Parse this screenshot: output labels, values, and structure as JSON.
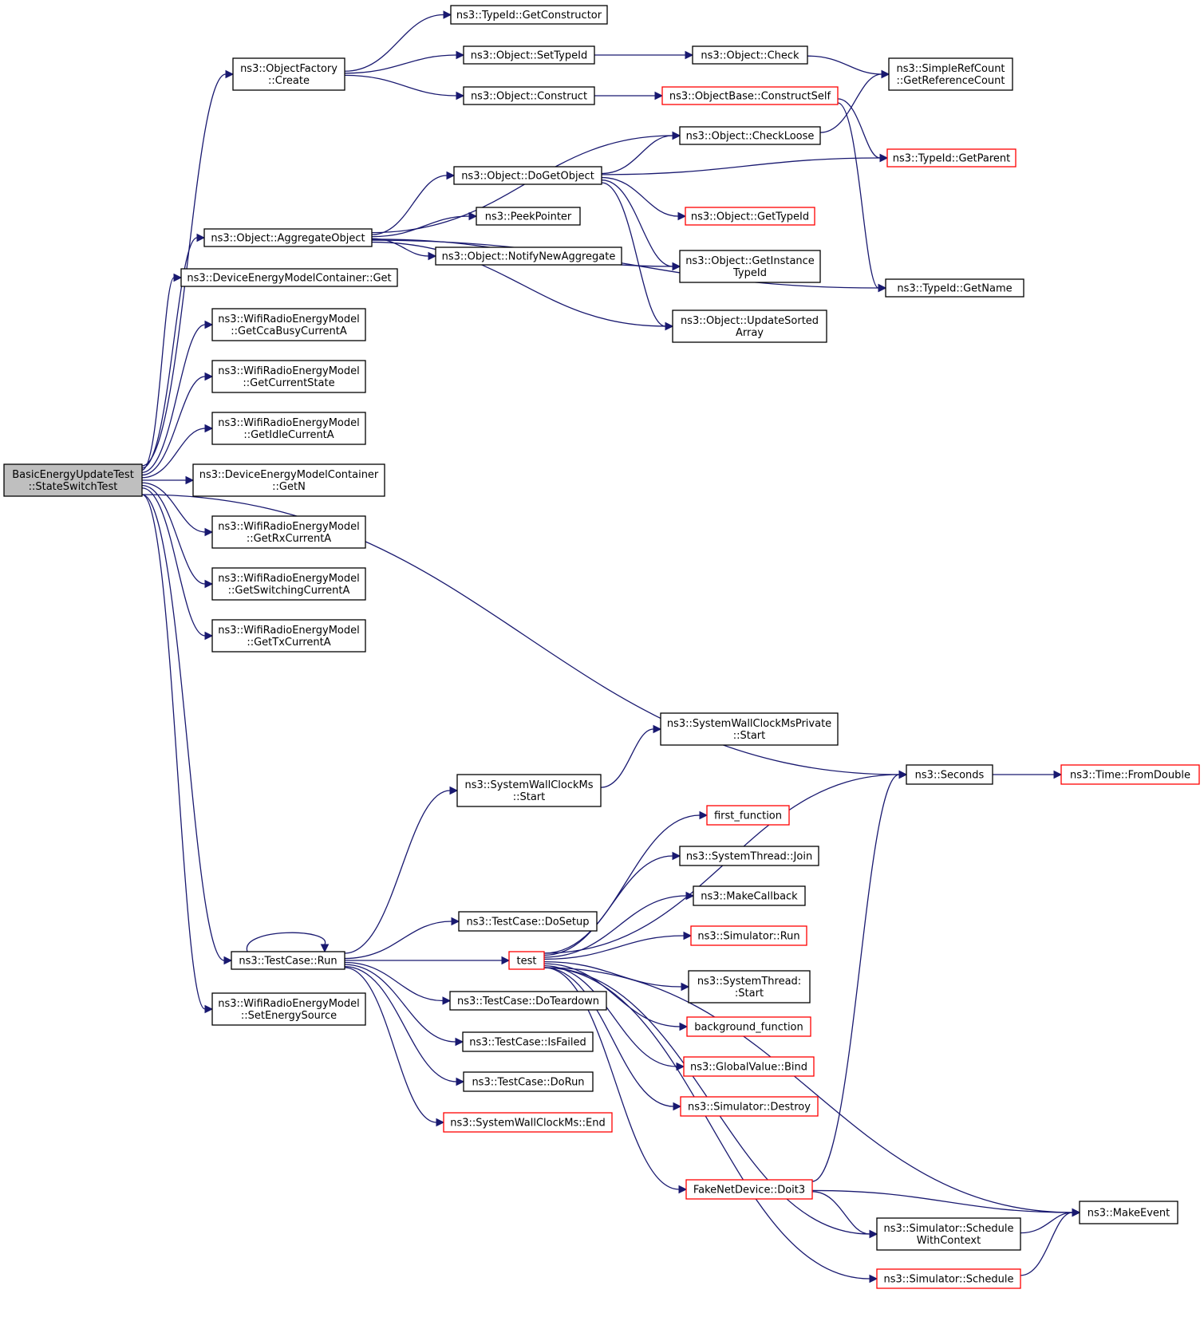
{
  "diagram": {
    "type": "call-graph",
    "colors": {
      "edge": "#191970",
      "border": "#000000",
      "border_incomplete": "#ff0000",
      "root_fill": "#bfbfbf"
    },
    "nodes": [
      {
        "id": "root",
        "lines": [
          "BasicEnergyUpdateTest",
          "::StateSwitchTest"
        ],
        "style": "root"
      },
      {
        "id": "of_create",
        "lines": [
          "ns3::ObjectFactory",
          "::Create"
        ]
      },
      {
        "id": "aggregate",
        "lines": [
          "ns3::Object::AggregateObject"
        ]
      },
      {
        "id": "demc_get",
        "lines": [
          "ns3::DeviceEnergyModelContainer::Get"
        ]
      },
      {
        "id": "cca",
        "lines": [
          "ns3::WifiRadioEnergyModel",
          "::GetCcaBusyCurrentA"
        ]
      },
      {
        "id": "curstate",
        "lines": [
          "ns3::WifiRadioEnergyModel",
          "::GetCurrentState"
        ]
      },
      {
        "id": "idle",
        "lines": [
          "ns3::WifiRadioEnergyModel",
          "::GetIdleCurrentA"
        ]
      },
      {
        "id": "getn",
        "lines": [
          "ns3::DeviceEnergyModelContainer",
          "::GetN"
        ]
      },
      {
        "id": "rx",
        "lines": [
          "ns3::WifiRadioEnergyModel",
          "::GetRxCurrentA"
        ]
      },
      {
        "id": "switching",
        "lines": [
          "ns3::WifiRadioEnergyModel",
          "::GetSwitchingCurrentA"
        ]
      },
      {
        "id": "tx",
        "lines": [
          "ns3::WifiRadioEnergyModel",
          "::GetTxCurrentA"
        ]
      },
      {
        "id": "tc_run",
        "lines": [
          "ns3::TestCase::Run"
        ]
      },
      {
        "id": "setsource",
        "lines": [
          "ns3::WifiRadioEnergyModel",
          "::SetEnergySource"
        ]
      },
      {
        "id": "getctor",
        "lines": [
          "ns3::TypeId::GetConstructor"
        ]
      },
      {
        "id": "settypeid",
        "lines": [
          "ns3::Object::SetTypeId"
        ]
      },
      {
        "id": "construct",
        "lines": [
          "ns3::Object::Construct"
        ]
      },
      {
        "id": "check",
        "lines": [
          "ns3::Object::Check"
        ]
      },
      {
        "id": "constructself",
        "lines": [
          "ns3::ObjectBase::ConstructSelf"
        ],
        "style": "red"
      },
      {
        "id": "refcount",
        "lines": [
          "ns3::SimpleRefCount",
          "::GetReferenceCount"
        ]
      },
      {
        "id": "checkloose",
        "lines": [
          "ns3::Object::CheckLoose"
        ]
      },
      {
        "id": "dogetobject",
        "lines": [
          "ns3::Object::DoGetObject"
        ]
      },
      {
        "id": "getparent",
        "lines": [
          "ns3::TypeId::GetParent"
        ],
        "style": "red"
      },
      {
        "id": "peek",
        "lines": [
          "ns3::PeekPointer"
        ]
      },
      {
        "id": "gettypeid",
        "lines": [
          "ns3::Object::GetTypeId"
        ],
        "style": "red"
      },
      {
        "id": "notify",
        "lines": [
          "ns3::Object::NotifyNewAggregate"
        ]
      },
      {
        "id": "instancetypeid",
        "lines": [
          "ns3::Object::GetInstance",
          "TypeId"
        ]
      },
      {
        "id": "getname",
        "lines": [
          "ns3::TypeId::GetName"
        ]
      },
      {
        "id": "updatesorted",
        "lines": [
          "ns3::Object::UpdateSorted",
          "Array"
        ]
      },
      {
        "id": "swcp_start",
        "lines": [
          "ns3::SystemWallClockMsPrivate",
          "::Start"
        ]
      },
      {
        "id": "swc_start",
        "lines": [
          "ns3::SystemWallClockMs",
          "::Start"
        ]
      },
      {
        "id": "seconds",
        "lines": [
          "ns3::Seconds"
        ]
      },
      {
        "id": "fromdouble",
        "lines": [
          "ns3::Time::FromDouble"
        ],
        "style": "red"
      },
      {
        "id": "first",
        "lines": [
          "first_function"
        ],
        "style": "red"
      },
      {
        "id": "join",
        "lines": [
          "ns3::SystemThread::Join"
        ]
      },
      {
        "id": "makecallback",
        "lines": [
          "ns3::MakeCallback"
        ]
      },
      {
        "id": "dosetup",
        "lines": [
          "ns3::TestCase::DoSetup"
        ]
      },
      {
        "id": "sim_run",
        "lines": [
          "ns3::Simulator::Run"
        ],
        "style": "red"
      },
      {
        "id": "test",
        "lines": [
          "test"
        ],
        "style": "red"
      },
      {
        "id": "st_start",
        "lines": [
          "ns3::SystemThread:",
          ":Start"
        ]
      },
      {
        "id": "teardown",
        "lines": [
          "ns3::TestCase::DoTeardown"
        ]
      },
      {
        "id": "background",
        "lines": [
          "background_function"
        ],
        "style": "red"
      },
      {
        "id": "isfailed",
        "lines": [
          "ns3::TestCase::IsFailed"
        ]
      },
      {
        "id": "gvbind",
        "lines": [
          "ns3::GlobalValue::Bind"
        ],
        "style": "red"
      },
      {
        "id": "dorun",
        "lines": [
          "ns3::TestCase::DoRun"
        ]
      },
      {
        "id": "destroy",
        "lines": [
          "ns3::Simulator::Destroy"
        ],
        "style": "red"
      },
      {
        "id": "swc_end",
        "lines": [
          "ns3::SystemWallClockMs::End"
        ],
        "style": "red"
      },
      {
        "id": "doit3",
        "lines": [
          "FakeNetDevice::Doit3"
        ],
        "style": "red"
      },
      {
        "id": "makeevent",
        "lines": [
          "ns3::MakeEvent"
        ]
      },
      {
        "id": "schedctx",
        "lines": [
          "ns3::Simulator::Schedule",
          "WithContext"
        ]
      },
      {
        "id": "schedule",
        "lines": [
          "ns3::Simulator::Schedule"
        ],
        "style": "red"
      }
    ],
    "edges": [
      [
        "root",
        "of_create"
      ],
      [
        "root",
        "aggregate"
      ],
      [
        "root",
        "demc_get"
      ],
      [
        "root",
        "cca"
      ],
      [
        "root",
        "curstate"
      ],
      [
        "root",
        "idle"
      ],
      [
        "root",
        "getn"
      ],
      [
        "root",
        "rx"
      ],
      [
        "root",
        "switching"
      ],
      [
        "root",
        "tx"
      ],
      [
        "root",
        "seconds"
      ],
      [
        "root",
        "tc_run"
      ],
      [
        "root",
        "setsource"
      ],
      [
        "of_create",
        "getctor"
      ],
      [
        "of_create",
        "settypeid"
      ],
      [
        "of_create",
        "construct"
      ],
      [
        "settypeid",
        "check"
      ],
      [
        "check",
        "refcount"
      ],
      [
        "construct",
        "constructself"
      ],
      [
        "constructself",
        "getparent"
      ],
      [
        "constructself",
        "getname"
      ],
      [
        "checkloose",
        "refcount"
      ],
      [
        "aggregate",
        "checkloose"
      ],
      [
        "aggregate",
        "dogetobject"
      ],
      [
        "aggregate",
        "peek"
      ],
      [
        "aggregate",
        "notify"
      ],
      [
        "aggregate",
        "instancetypeid"
      ],
      [
        "aggregate",
        "updatesorted"
      ],
      [
        "aggregate",
        "getname"
      ],
      [
        "dogetobject",
        "checkloose"
      ],
      [
        "dogetobject",
        "getparent"
      ],
      [
        "dogetobject",
        "gettypeid"
      ],
      [
        "dogetobject",
        "instancetypeid"
      ],
      [
        "dogetobject",
        "updatesorted"
      ],
      [
        "tc_run",
        "tc_run"
      ],
      [
        "tc_run",
        "swc_start"
      ],
      [
        "tc_run",
        "dosetup"
      ],
      [
        "tc_run",
        "test"
      ],
      [
        "tc_run",
        "teardown"
      ],
      [
        "tc_run",
        "isfailed"
      ],
      [
        "tc_run",
        "dorun"
      ],
      [
        "tc_run",
        "swc_end"
      ],
      [
        "swc_start",
        "swcp_start"
      ],
      [
        "seconds",
        "fromdouble"
      ],
      [
        "test",
        "seconds"
      ],
      [
        "test",
        "first"
      ],
      [
        "test",
        "join"
      ],
      [
        "test",
        "makecallback"
      ],
      [
        "test",
        "sim_run"
      ],
      [
        "test",
        "st_start"
      ],
      [
        "test",
        "background"
      ],
      [
        "test",
        "gvbind"
      ],
      [
        "test",
        "destroy"
      ],
      [
        "test",
        "makeevent"
      ],
      [
        "test",
        "doit3"
      ],
      [
        "test",
        "schedctx"
      ],
      [
        "test",
        "schedule"
      ],
      [
        "doit3",
        "seconds"
      ],
      [
        "doit3",
        "makeevent"
      ],
      [
        "doit3",
        "schedctx"
      ],
      [
        "schedctx",
        "makeevent"
      ],
      [
        "schedule",
        "makeevent"
      ]
    ]
  }
}
